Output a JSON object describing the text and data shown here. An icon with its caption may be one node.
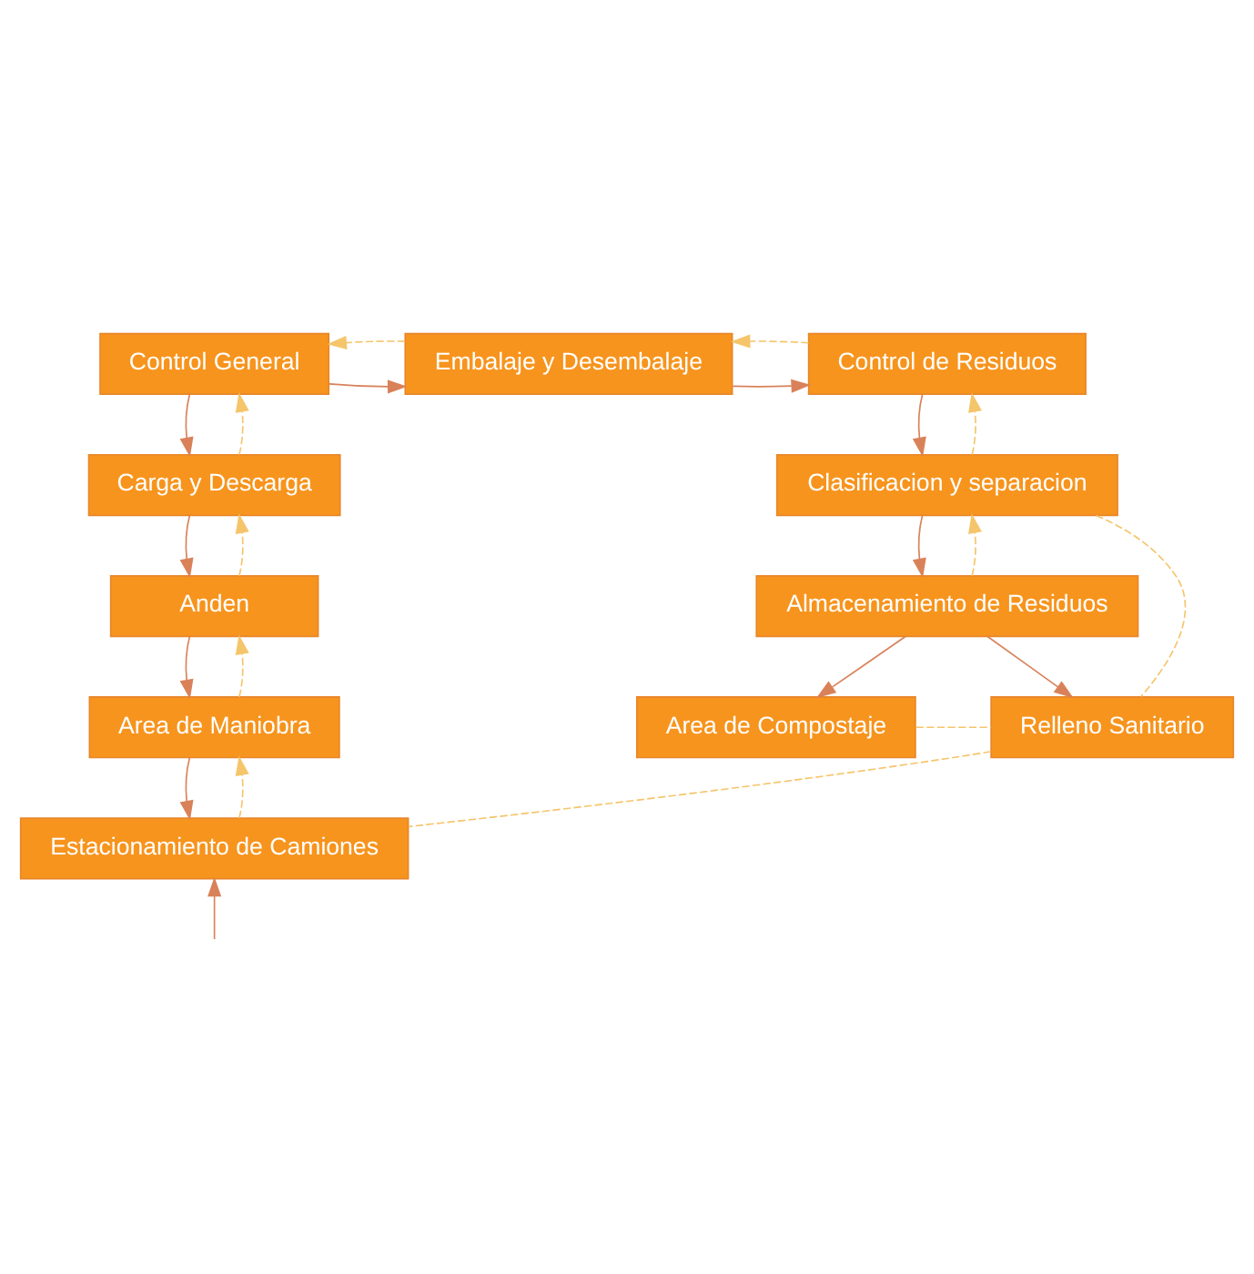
{
  "diagram": {
    "nodes": [
      {
        "text": [
          "Control General"
        ]
      },
      {
        "text": [
          "Embalaje y Desembalaje"
        ]
      },
      {
        "text": [
          "Control de Residuos"
        ]
      },
      {
        "text": [
          "Carga y Descarga"
        ]
      },
      {
        "text": [
          "Clasificacion y separacion"
        ]
      },
      {
        "text": [
          "Anden"
        ]
      },
      {
        "text": [
          "Almacenamiento de Residuos"
        ]
      },
      {
        "text": [
          "Area de Maniobra"
        ]
      },
      {
        "text": [
          "Area de Compostaje"
        ]
      },
      {
        "text": [
          "Relleno Sanitario"
        ]
      },
      {
        "text": [
          "Estacionamiento de Camiones"
        ]
      }
    ],
    "edges": [
      {
        "from": 0,
        "to": 1,
        "arrow": "to"
      },
      {
        "from": 1,
        "to": 2,
        "arrow": "to"
      },
      {
        "from": 2,
        "to": 1,
        "arrow": "to",
        "style": "dashed",
        "color": "#f5c56b"
      },
      {
        "from": 1,
        "to": 0,
        "arrow": "to",
        "style": "dashed",
        "color": "#f5c56b"
      },
      {
        "from": 0,
        "to": 3,
        "arrow": "to"
      },
      {
        "from": 3,
        "to": 0,
        "arrow": "to",
        "style": "dashed",
        "color": "#f5c56b"
      },
      {
        "from": 2,
        "to": 4,
        "arrow": "to"
      },
      {
        "from": 4,
        "to": 2,
        "arrow": "to",
        "style": "dashed",
        "color": "#f5c56b"
      },
      {
        "from": 3,
        "to": 5,
        "arrow": "to"
      },
      {
        "from": 5,
        "to": 3,
        "arrow": "to",
        "style": "dashed",
        "color": "#f5c56b"
      },
      {
        "from": 4,
        "to": 6,
        "arrow": "to"
      },
      {
        "from": 6,
        "to": 4,
        "arrow": "to",
        "style": "dashed",
        "color": "#f5c56b"
      },
      {
        "from": 5,
        "to": 7,
        "arrow": "to"
      },
      {
        "from": 7,
        "to": 5,
        "arrow": "to",
        "style": "dashed",
        "color": "#f5c56b"
      },
      {
        "from": 6,
        "to": 8,
        "arrow": "to"
      },
      {
        "from": 6,
        "to": 9,
        "arrow": "to"
      },
      {
        "from": 8,
        "to": 9,
        "arrow": "none",
        "style": "dashed",
        "color": "#f5c56b"
      },
      {
        "from": 4,
        "to": 9,
        "arrow": "none",
        "style": "dashed",
        "color": "#f5c56b"
      },
      {
        "from": 7,
        "to": 10,
        "arrow": "to"
      },
      {
        "from": 10,
        "to": 7,
        "arrow": "to",
        "style": "dashed",
        "color": "#f5c56b"
      },
      {
        "from": 9,
        "to": 10,
        "arrow": "none",
        "style": "dashed",
        "color": "#f5c56b"
      },
      {
        "from": null,
        "to": 10,
        "arrow": "to"
      }
    ]
  }
}
